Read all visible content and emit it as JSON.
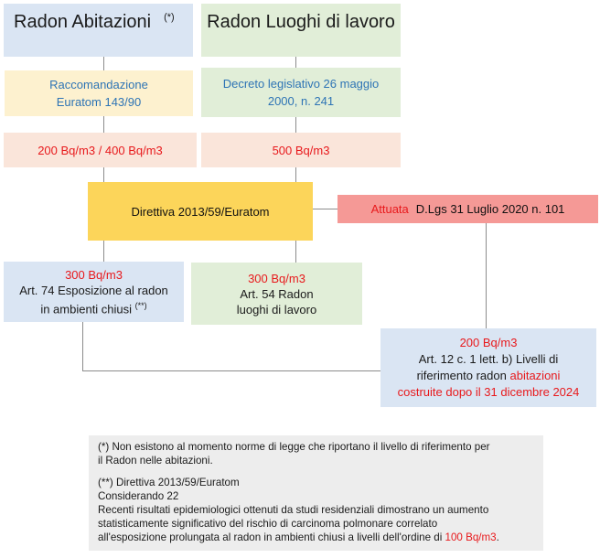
{
  "columns": {
    "abitazioni": {
      "title": "Radon Abitazioni",
      "title_note": "(*)",
      "source": "Raccomandazione Euratom 143/90",
      "limits": "200 Bq/m3 / 400 Bq/m3"
    },
    "lavoro": {
      "title": "Radon Luoghi di lavoro",
      "source": "Decreto legislativo 26 maggio 2000, n. 241",
      "limits": "500 Bq/m3"
    }
  },
  "directive": {
    "label": "Direttiva 2013/59/Euratom"
  },
  "attuata": {
    "prefix": "Attuata",
    "text": "D.Lgs 31 Luglio 2020 n. 101"
  },
  "art74": {
    "value": "300 Bq/m3",
    "line1": "Art. 74 Esposizione al radon",
    "line2": "in ambienti chiusi",
    "note": "(**)"
  },
  "art54": {
    "value": "300 Bq/m3",
    "line1": "Art. 54 Radon",
    "line2": "luoghi di lavoro"
  },
  "art12": {
    "value": "200 Bq/m3",
    "line1": "Art. 12 c. 1 lett. b) Livelli di",
    "line2_start": "riferimento radon",
    "line2_red": "abitazioni",
    "line3": "costruite dopo il 31 dicembre 2024"
  },
  "notes": {
    "note1_line1": "(*) Non esistono al momento norme di legge che riportano il livello di riferimento per",
    "note1_line2": "il Radon nelle abitazioni.",
    "note2_line1": "(**) Direttiva 2013/59/Euratom",
    "note2_line2": "Considerando 22",
    "note2_line3": "Recenti risultati epidemiologici ottenuti da studi residenziali dimostrano un aumento",
    "note2_line4": "statisticamente significativo del rischio di carcinoma polmonare correlato",
    "note2_line5_start": "all'esposizione prolungata al radon in ambienti chiusi a livelli dell'ordine di",
    "note2_line5_red": "100 Bq/m3",
    "note2_line5_end": "."
  },
  "colors": {
    "blue_box": "#dae5f3",
    "green_box": "#e1eed8",
    "yellow_box": "#fdf1cf",
    "peach_box": "#fae5da",
    "directive_box": "#fcd55a",
    "attuata_box": "#f59996",
    "note_box": "#ededed",
    "red_text": "#e8191c",
    "blue_text": "#2e74b5"
  }
}
